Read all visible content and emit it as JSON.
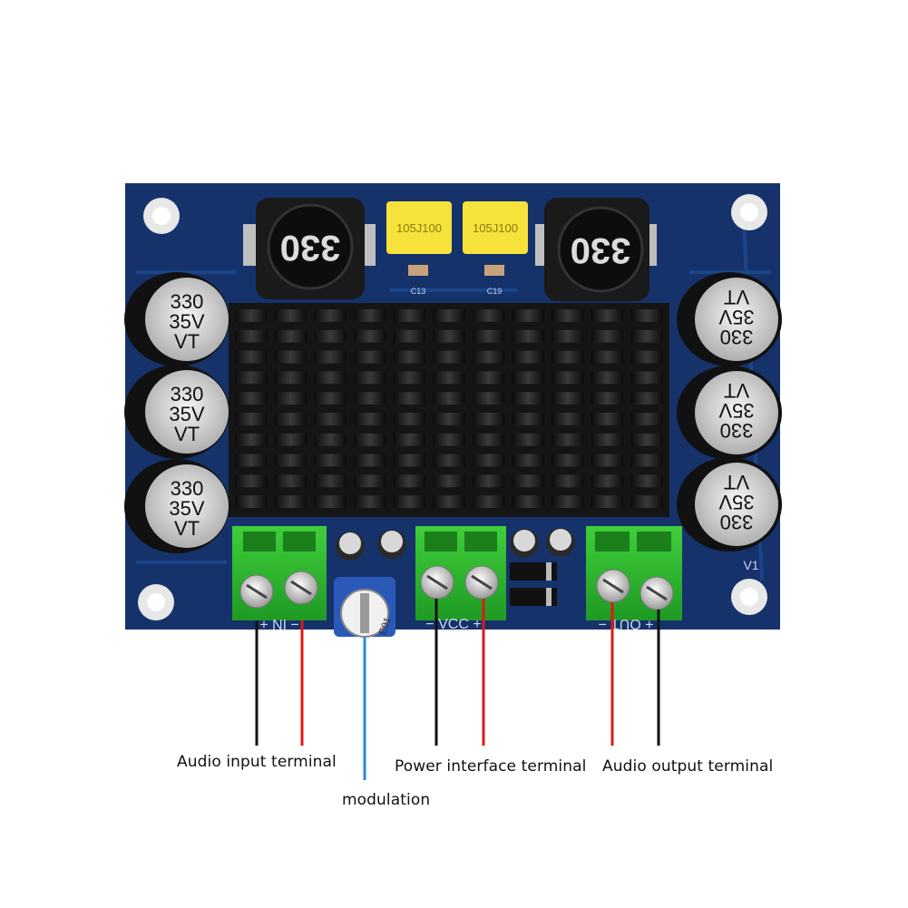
{
  "board": {
    "pcb_color": "#15326b",
    "inductor_marking": "330",
    "film_cap_marking": "105J100",
    "cap_labels": [
      "C13",
      "C19"
    ],
    "electrolytic_marking": [
      "330",
      "35V",
      "VT"
    ],
    "version_mark": "V1",
    "pot_marking": "E01",
    "silk_in": "− IN +",
    "silk_vcc": "− VCC +",
    "silk_out": "+ OUT −"
  },
  "wires": {
    "negative_color": "#111111",
    "positive_color": "#e01818",
    "modulation_color": "#2a8ae0"
  },
  "labels": {
    "audio_input": "Audio input terminal",
    "power": "Power interface terminal",
    "audio_output": "Audio output terminal",
    "modulation": "modulation"
  }
}
